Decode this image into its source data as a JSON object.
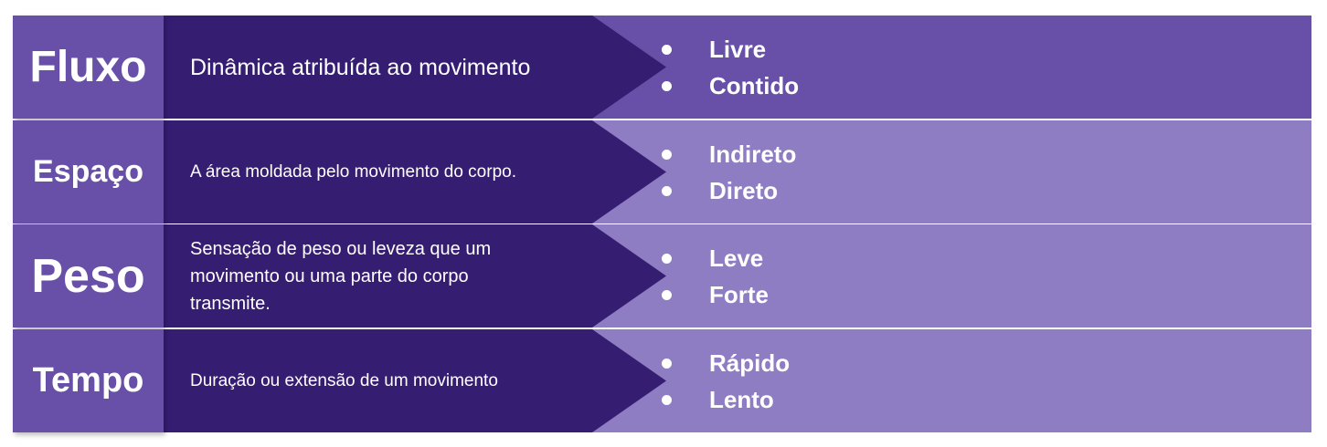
{
  "rows": [
    {
      "label": "Fluxo",
      "description": "Dinâmica atribuída ao movimento",
      "items": [
        "Livre",
        "Contido"
      ]
    },
    {
      "label": "Espaço",
      "description": "A área moldada pelo movimento do corpo.",
      "items": [
        "Indireto",
        "Direto"
      ]
    },
    {
      "label": "Peso",
      "description": "Sensação de peso ou leveza que um movimento ou uma parte do corpo transmite.",
      "items": [
        "Leve",
        "Forte"
      ]
    },
    {
      "label": "Tempo",
      "description": "Duração ou extensão de um movimento",
      "items": [
        "Rápido",
        "Lento"
      ]
    }
  ],
  "colors": {
    "label_box": "#6850a8",
    "chevron": "#351d72",
    "first_row_right": "#6850a8",
    "other_rows_right": "#8e7dc3",
    "text": "#ffffff"
  }
}
